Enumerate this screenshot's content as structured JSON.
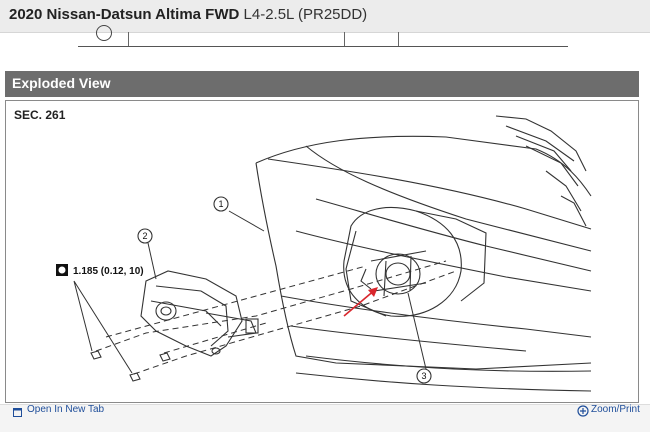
{
  "vehicle": {
    "title_bold": "2020 Nissan-Datsun Altima FWD",
    "engine": "L4-2.5L (PR25DD)"
  },
  "section": {
    "title": "Exploded View"
  },
  "diagram": {
    "section_code": "SEC. 261",
    "callouts": [
      "1",
      "2",
      "3"
    ],
    "torque_spec": "1.185 (0.12, 10)"
  },
  "footer": {
    "open_tab_label": "Open In New Tab",
    "zoom_label": "Zoom/Print"
  },
  "colors": {
    "header_bg": "#6d6d6d",
    "link": "#1f4e9a",
    "arrow": "#d9272d"
  },
  "icons": [
    "open-new-tab-icon",
    "zoom-plus-icon",
    "torque-wrench-icon"
  ]
}
